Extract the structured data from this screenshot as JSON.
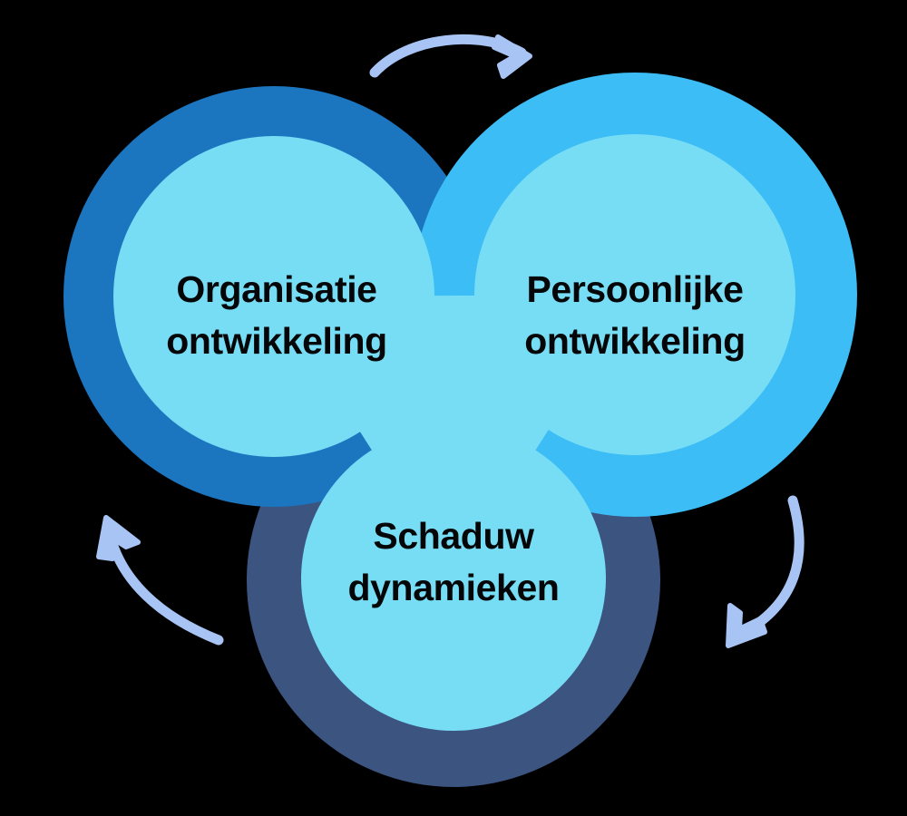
{
  "diagram": {
    "title": "Organisatie ontwikkeling / Persoonlijke ontwikkeling / Schaduw dynamieken cyclus",
    "background_color": "#000000",
    "inner_fill_color": "#77DDF5",
    "arrow_color": "#A8C4F5",
    "label_color": "#050607",
    "nodes": [
      {
        "id": "organisatie",
        "ring_color": "#1B75BF",
        "line1": "Organisatie",
        "line2": "ontwikkeling"
      },
      {
        "id": "persoonlijke",
        "ring_color": "#3CBDF5",
        "line1": "Persoonlijke",
        "line2": "ontwikkeling"
      },
      {
        "id": "schaduw",
        "ring_color": "#3C5480",
        "line1": "Schaduw",
        "line2": "dynamieken"
      }
    ],
    "arrows": [
      {
        "id": "top",
        "name": "arrow-top-left-to-right"
      },
      {
        "id": "right",
        "name": "arrow-right-down"
      },
      {
        "id": "left",
        "name": "arrow-left-up"
      }
    ]
  }
}
